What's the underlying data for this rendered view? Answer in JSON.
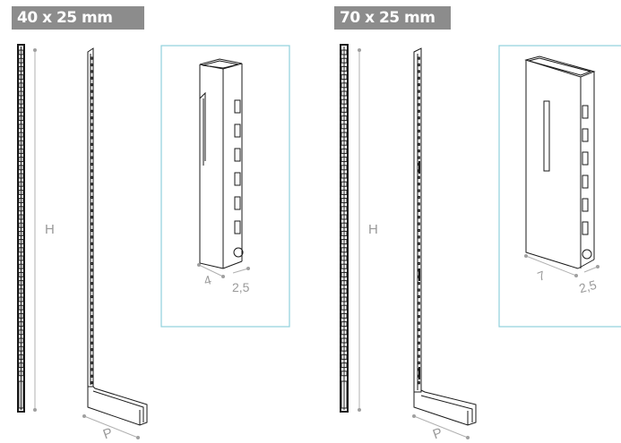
{
  "left_panel": {
    "title": "40 x 25 mm",
    "height_label": "H",
    "depth_label": "P",
    "detail_width_label": "4",
    "detail_depth_label": "2,5"
  },
  "right_panel": {
    "title": "70 x 25 mm",
    "height_label": "H",
    "depth_label": "P",
    "detail_width_label": "7",
    "detail_depth_label": "2,5"
  },
  "colors": {
    "title_background": "#8c8c8c",
    "detail_border": "#8fd0dc",
    "dimension_gray": "#9a9a9a",
    "line": "#1a1a1a"
  }
}
